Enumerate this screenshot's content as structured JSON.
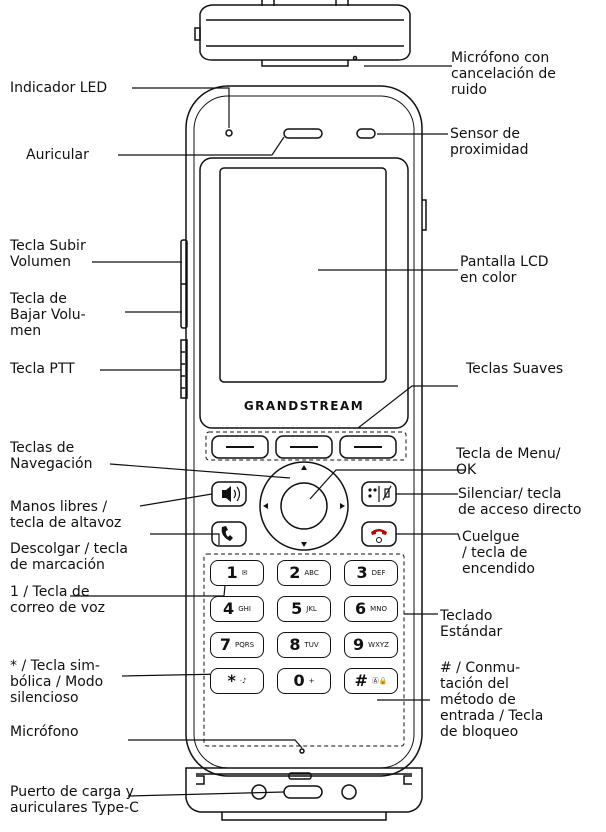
{
  "brand": "GRANDSTREAM",
  "labels": {
    "mic_noise": "Micrófono con\ncancelación de\nruido",
    "led": "Indicador LED",
    "earpiece": "Auricular",
    "proximity": "Sensor de\nproximidad",
    "vol_up": "Tecla Subir\nVolumen",
    "vol_down": "Tecla de\nBajar Volu-\nmen",
    "ptt": "Tecla PTT",
    "lcd": "Pantalla LCD\nen color",
    "softkeys": "Teclas Suaves",
    "nav": "Teclas de\nNavegación",
    "menu_ok": "Tecla de Menu/\nOK",
    "handsfree": "Manos libres /\ntecla de altavoz",
    "mute": "Silenciar/ tecla\nde acceso directo",
    "send": "Descolgar / tecla\nde marcación",
    "hangup": "Cuelgue\n/ tecla de\nencendido",
    "voicemail": "1 / Tecla de\ncorreo de voz",
    "keypad": "Teclado\nEstándar",
    "star": "* / Tecla sim-\nbólica / Modo\nsilencioso",
    "hash": "# / Conmu-\ntación del\nmétodo de\nentrada / Tecla\nde bloqueo",
    "mic": "Micrófono",
    "usb": "Puerto de carga y\nauriculares Type-C"
  },
  "keys": [
    {
      "num": "1",
      "sub": "✉"
    },
    {
      "num": "2",
      "sub": "ABC"
    },
    {
      "num": "3",
      "sub": "DEF"
    },
    {
      "num": "4",
      "sub": "GHI"
    },
    {
      "num": "5",
      "sub": "JKL"
    },
    {
      "num": "6",
      "sub": "MNO"
    },
    {
      "num": "7",
      "sub": "PQRS"
    },
    {
      "num": "8",
      "sub": "TUV"
    },
    {
      "num": "9",
      "sub": "WXYZ"
    },
    {
      "num": "*",
      "sub": "·♪"
    },
    {
      "num": "0",
      "sub": "+"
    },
    {
      "num": "#",
      "sub": "Ⓐ🔒"
    }
  ]
}
